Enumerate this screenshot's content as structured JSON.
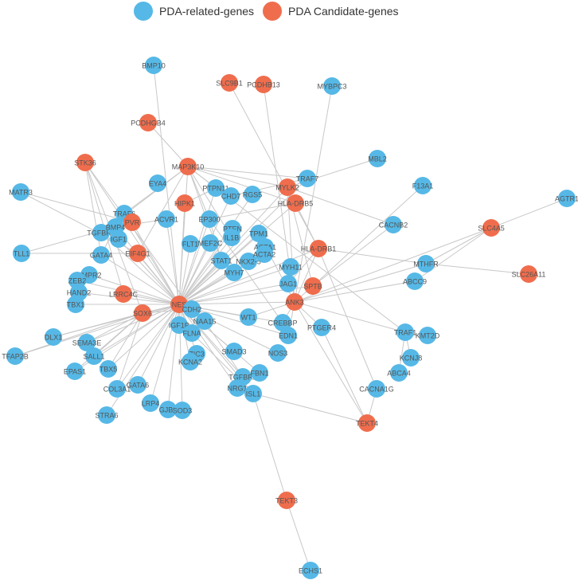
{
  "legend": {
    "related_label": "PDA-related-genes",
    "candidate_label": "PDA Candidate-genes",
    "related_color": "#56b8e6",
    "candidate_color": "#ef6d4d"
  },
  "edge_color": "#c8c8c8",
  "nodes": [
    {
      "id": "BMP10",
      "t": "r"
    },
    {
      "id": "SLC9B1",
      "t": "c"
    },
    {
      "id": "PCDHB13",
      "t": "c"
    },
    {
      "id": "MYBPC3",
      "t": "r"
    },
    {
      "id": "PCDHGB4",
      "t": "c"
    },
    {
      "id": "STK36",
      "t": "c"
    },
    {
      "id": "MAP3K10",
      "t": "c"
    },
    {
      "id": "MBL2",
      "t": "r"
    },
    {
      "id": "MATR3",
      "t": "r"
    },
    {
      "id": "EYA4",
      "t": "r"
    },
    {
      "id": "TRAF7",
      "t": "r"
    },
    {
      "id": "F13A1",
      "t": "r"
    },
    {
      "id": "AGTR1",
      "t": "r"
    },
    {
      "id": "PTPN11",
      "t": "r"
    },
    {
      "id": "CHD7",
      "t": "r"
    },
    {
      "id": "RGS5",
      "t": "r"
    },
    {
      "id": "MYLK2",
      "t": "c"
    },
    {
      "id": "HIPK1",
      "t": "c"
    },
    {
      "id": "HLA-DRB5",
      "t": "c"
    },
    {
      "id": "TRAF6",
      "t": "r"
    },
    {
      "id": "PVR",
      "t": "c"
    },
    {
      "id": "ACVR1",
      "t": "r"
    },
    {
      "id": "EP300",
      "t": "r"
    },
    {
      "id": "CACNB2",
      "t": "r"
    },
    {
      "id": "SLC4A5",
      "t": "c"
    },
    {
      "id": "TGFBR1",
      "t": "r"
    },
    {
      "id": "BMP4",
      "t": "r"
    },
    {
      "id": "PTEN",
      "t": "r"
    },
    {
      "id": "TPM1",
      "t": "r"
    },
    {
      "id": "IGF1",
      "t": "r"
    },
    {
      "id": "FLT1",
      "t": "r"
    },
    {
      "id": "MEF2C",
      "t": "r"
    },
    {
      "id": "IL1B",
      "t": "r"
    },
    {
      "id": "ACTA1",
      "t": "r"
    },
    {
      "id": "TLL1",
      "t": "r"
    },
    {
      "id": "EIF4G1",
      "t": "c"
    },
    {
      "id": "HLA-DRB1",
      "t": "c"
    },
    {
      "id": "GATA4",
      "t": "r"
    },
    {
      "id": "STAT1",
      "t": "r"
    },
    {
      "id": "NKX2-5",
      "t": "r"
    },
    {
      "id": "ACTA2",
      "t": "r"
    },
    {
      "id": "MYH11",
      "t": "r"
    },
    {
      "id": "MTHFR",
      "t": "r"
    },
    {
      "id": "SLC26A11",
      "t": "c"
    },
    {
      "id": "BMPR2",
      "t": "r"
    },
    {
      "id": "MYH7",
      "t": "r"
    },
    {
      "id": "ABCC9",
      "t": "r"
    },
    {
      "id": "ZEB2",
      "t": "r"
    },
    {
      "id": "JAG1",
      "t": "r"
    },
    {
      "id": "SPTB",
      "t": "c"
    },
    {
      "id": "HAND2",
      "t": "r"
    },
    {
      "id": "LRRC4C",
      "t": "c"
    },
    {
      "id": "TBX1",
      "t": "r"
    },
    {
      "id": "NES",
      "t": "c"
    },
    {
      "id": "ANK3",
      "t": "c"
    },
    {
      "id": "CDH2",
      "t": "r"
    },
    {
      "id": "SOX6",
      "t": "c"
    },
    {
      "id": "WT1",
      "t": "r"
    },
    {
      "id": "CREBBP",
      "t": "r"
    },
    {
      "id": "PTGER4",
      "t": "r"
    },
    {
      "id": "TRAF1",
      "t": "r"
    },
    {
      "id": "KMT2D",
      "t": "r"
    },
    {
      "id": "NAA15",
      "t": "r"
    },
    {
      "id": "IGF1R",
      "t": "r"
    },
    {
      "id": "DLX1",
      "t": "r"
    },
    {
      "id": "SEMA3E",
      "t": "r"
    },
    {
      "id": "FLNA",
      "t": "r"
    },
    {
      "id": "EDN1",
      "t": "r"
    },
    {
      "id": "TFAP2B",
      "t": "r"
    },
    {
      "id": "SALL1",
      "t": "r"
    },
    {
      "id": "SMAD3",
      "t": "r"
    },
    {
      "id": "NOS3",
      "t": "r"
    },
    {
      "id": "KCNJ8",
      "t": "r"
    },
    {
      "id": "ZIC3",
      "t": "r"
    },
    {
      "id": "KCNA2",
      "t": "r"
    },
    {
      "id": "EPAS1",
      "t": "r"
    },
    {
      "id": "TBX5",
      "t": "r"
    },
    {
      "id": "ABCA4",
      "t": "r"
    },
    {
      "id": "TGFBR2",
      "t": "r"
    },
    {
      "id": "FBN1",
      "t": "r"
    },
    {
      "id": "GATA6",
      "t": "r"
    },
    {
      "id": "COL3A1",
      "t": "r"
    },
    {
      "id": "NRG1",
      "t": "r"
    },
    {
      "id": "CACNA1G",
      "t": "r"
    },
    {
      "id": "ISL1",
      "t": "r"
    },
    {
      "id": "LRP4",
      "t": "r"
    },
    {
      "id": "GJB2",
      "t": "r"
    },
    {
      "id": "SOD3",
      "t": "r"
    },
    {
      "id": "STRA6",
      "t": "r"
    },
    {
      "id": "TEKT4",
      "t": "c"
    },
    {
      "id": "TEKT3",
      "t": "c"
    },
    {
      "id": "ECHS1",
      "t": "r"
    }
  ],
  "edges": [
    [
      "BMP10",
      "NES"
    ],
    [
      "SLC9B1",
      "HLA-DRB1"
    ],
    [
      "PCDHB13",
      "ANK3"
    ],
    [
      "MYBPC3",
      "ANK3"
    ],
    [
      "PCDHGB4",
      "MAP3K10"
    ],
    [
      "STK36",
      "NES"
    ],
    [
      "STK36",
      "CDH2"
    ],
    [
      "STK36",
      "LRRC4C"
    ],
    [
      "STK36",
      "SOX6"
    ],
    [
      "STK36",
      "GATA4"
    ],
    [
      "MAP3K10",
      "TRAF7"
    ],
    [
      "MAP3K10",
      "MYLK2"
    ],
    [
      "MAP3K10",
      "HLA-DRB5"
    ],
    [
      "MAP3K10",
      "TRAF6"
    ],
    [
      "MAP3K10",
      "TGFBR1"
    ],
    [
      "MAP3K10",
      "NES"
    ],
    [
      "MAP3K10",
      "STAT1"
    ],
    [
      "MAP3K10",
      "PTPN11"
    ],
    [
      "MAP3K10",
      "EP300"
    ],
    [
      "MAP3K10",
      "IL1B"
    ],
    [
      "MAP3K10",
      "EIF4G1"
    ],
    [
      "MAP3K10",
      "TRAF1"
    ],
    [
      "MBL2",
      "MYLK2"
    ],
    [
      "MATR3",
      "PVR"
    ],
    [
      "TRAF7",
      "CHD7"
    ],
    [
      "TRAF7",
      "NES"
    ],
    [
      "F13A1",
      "SPTB"
    ],
    [
      "AGTR1",
      "SLC4A5"
    ],
    [
      "PTPN11",
      "NES"
    ],
    [
      "CHD7",
      "NES"
    ],
    [
      "RGS5",
      "NES"
    ],
    [
      "MYLK2",
      "ANK3"
    ],
    [
      "MYLK2",
      "NES"
    ],
    [
      "MYLK2",
      "CACNB2"
    ],
    [
      "MYLK2",
      "SPTB"
    ],
    [
      "HIPK1",
      "NES"
    ],
    [
      "HIPK1",
      "PTPN11"
    ],
    [
      "HLA-DRB5",
      "HLA-DRB1"
    ],
    [
      "HLA-DRB5",
      "NES"
    ],
    [
      "HLA-DRB5",
      "EP300"
    ],
    [
      "TRAF6",
      "NES"
    ],
    [
      "TRAF6",
      "PVR"
    ],
    [
      "PVR",
      "NES"
    ],
    [
      "PVR",
      "TLL1"
    ],
    [
      "ACVR1",
      "NES"
    ],
    [
      "ACVR1",
      "BMP4"
    ],
    [
      "EP300",
      "NES"
    ],
    [
      "EP300",
      "STAT1"
    ],
    [
      "EP300",
      "CREBBP"
    ],
    [
      "CACNB2",
      "SPTB"
    ],
    [
      "SLC4A5",
      "MTHFR"
    ],
    [
      "SLC4A5",
      "ANK3"
    ],
    [
      "SLC4A5",
      "ABCC9"
    ],
    [
      "TGFBR1",
      "NES"
    ],
    [
      "BMP4",
      "NES"
    ],
    [
      "BMP4",
      "GATA4"
    ],
    [
      "PTEN",
      "NES"
    ],
    [
      "TPM1",
      "NES"
    ],
    [
      "TPM1",
      "ANK3"
    ],
    [
      "IGF1",
      "NES"
    ],
    [
      "FLT1",
      "NES"
    ],
    [
      "MEF2C",
      "NES"
    ],
    [
      "IL1B",
      "NES"
    ],
    [
      "ACTA1",
      "NES"
    ],
    [
      "TLL1",
      "EIF4G1"
    ],
    [
      "EIF4G1",
      "NES"
    ],
    [
      "EIF4G1",
      "MATR3"
    ],
    [
      "HLA-DRB1",
      "NES"
    ],
    [
      "HLA-DRB1",
      "ANK3"
    ],
    [
      "HLA-DRB1",
      "MTHFR"
    ],
    [
      "HLA-DRB1",
      "JAG1"
    ],
    [
      "HLA-DRB1",
      "CACNA1G"
    ],
    [
      "GATA4",
      "NES"
    ],
    [
      "STAT1",
      "NES"
    ],
    [
      "NKX2-5",
      "NES"
    ],
    [
      "ACTA2",
      "NES"
    ],
    [
      "MYH11",
      "NES"
    ],
    [
      "MYH11",
      "ANK3"
    ],
    [
      "MTHFR",
      "SLC26A11"
    ],
    [
      "MTHFR",
      "ANK3"
    ],
    [
      "BMPR2",
      "NES"
    ],
    [
      "MYH7",
      "NES"
    ],
    [
      "ABCC9",
      "ANK3"
    ],
    [
      "ZEB2",
      "NES"
    ],
    [
      "JAG1",
      "NES"
    ],
    [
      "SPTB",
      "ANK3"
    ],
    [
      "SPTB",
      "NES"
    ],
    [
      "HAND2",
      "NES"
    ],
    [
      "LRRC4C",
      "NES"
    ],
    [
      "TBX1",
      "NES"
    ],
    [
      "NES",
      "CDH2"
    ],
    [
      "NES",
      "ANK3"
    ],
    [
      "NES",
      "SOX6"
    ],
    [
      "NES",
      "WT1"
    ],
    [
      "NES",
      "CREBBP"
    ],
    [
      "NES",
      "NAA15"
    ],
    [
      "NES",
      "IGF1R"
    ],
    [
      "NES",
      "FLNA"
    ],
    [
      "NES",
      "ZIC3"
    ],
    [
      "NES",
      "KCNA2"
    ],
    [
      "NES",
      "SMAD3"
    ],
    [
      "NES",
      "EDN1"
    ],
    [
      "NES",
      "NOS3"
    ],
    [
      "NES",
      "TGFBR2"
    ],
    [
      "NES",
      "FBN1"
    ],
    [
      "NES",
      "NRG1"
    ],
    [
      "NES",
      "ISL1"
    ],
    [
      "NES",
      "GJB2"
    ],
    [
      "NES",
      "SOD3"
    ],
    [
      "NES",
      "LRP4"
    ],
    [
      "NES",
      "GATA6"
    ],
    [
      "NES",
      "COL3A1"
    ],
    [
      "NES",
      "STRA6"
    ],
    [
      "NES",
      "TBX5"
    ],
    [
      "NES",
      "EPAS1"
    ],
    [
      "NES",
      "SALL1"
    ],
    [
      "NES",
      "SEMA3E"
    ],
    [
      "NES",
      "DLX1"
    ],
    [
      "NES",
      "TFAP2B"
    ],
    [
      "ANK3",
      "PTGER4"
    ],
    [
      "ANK3",
      "CREBBP"
    ],
    [
      "ANK3",
      "EDN1"
    ],
    [
      "ANK3",
      "WT1"
    ],
    [
      "ANK3",
      "TRAF1"
    ],
    [
      "ANK3",
      "TEKT4"
    ],
    [
      "CDH2",
      "SOX6"
    ],
    [
      "CDH2",
      "NAA15"
    ],
    [
      "SOX6",
      "DLX1"
    ],
    [
      "SOX6",
      "TFAP2B"
    ],
    [
      "SOX6",
      "SEMA3E"
    ],
    [
      "SOX6",
      "SALL1"
    ],
    [
      "SOX6",
      "EPAS1"
    ],
    [
      "SOX6",
      "TBX5"
    ],
    [
      "SOX6",
      "COL3A1"
    ],
    [
      "PTGER4",
      "TEKT4"
    ],
    [
      "TRAF1",
      "KCNJ8"
    ],
    [
      "TRAF1",
      "ABCA4"
    ],
    [
      "ISL1",
      "TEKT4"
    ],
    [
      "ISL1",
      "TEKT3"
    ],
    [
      "TEKT3",
      "ECHS1"
    ],
    [
      "CACNA1G",
      "TEKT4"
    ],
    [
      "FLNA",
      "ISL1"
    ],
    [
      "NAA15",
      "TGFBR2"
    ]
  ]
}
